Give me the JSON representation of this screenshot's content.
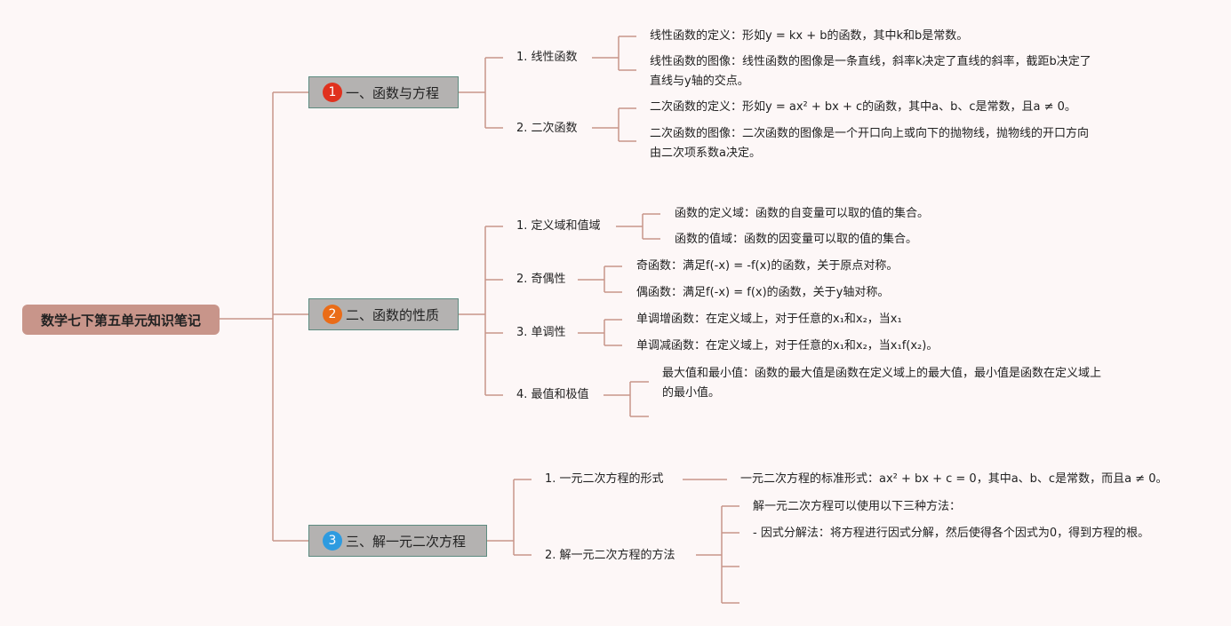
{
  "root": "数学七下第五单元知识笔记",
  "colors": {
    "root_bg": "#c8958a",
    "line": "#c8958a",
    "section_bg": "#b4b2b1",
    "badge1": "#e0311e",
    "badge2": "#ea6c18",
    "badge3": "#2e9be0"
  },
  "sections": [
    {
      "num": "1",
      "title": "一、函数与方程"
    },
    {
      "num": "2",
      "title": "二、函数的性质"
    },
    {
      "num": "3",
      "title": "三、解一元二次方程"
    }
  ],
  "s1": {
    "t1": "1. 线性函数",
    "t1_l1": "线性函数的定义：形如y = kx + b的函数，其中k和b是常数。",
    "t1_l2": "线性函数的图像：线性函数的图像是一条直线，斜率k决定了直线的斜率，截距b决定了直线与y轴的交点。",
    "t2": "2. 二次函数",
    "t2_l1": "二次函数的定义：形如y = ax² + bx + c的函数，其中a、b、c是常数，且a ≠ 0。",
    "t2_l2": "二次函数的图像：二次函数的图像是一个开口向上或向下的抛物线，抛物线的开口方向由二次项系数a决定。"
  },
  "s2": {
    "t1": "1. 定义域和值域",
    "t1_l1": "函数的定义域：函数的自变量可以取的值的集合。",
    "t1_l2": "函数的值域：函数的因变量可以取的值的集合。",
    "t2": "2. 奇偶性",
    "t2_l1": "奇函数：满足f(-x) = -f(x)的函数，关于原点对称。",
    "t2_l2": "偶函数：满足f(-x) = f(x)的函数，关于y轴对称。",
    "t3": "3. 单调性",
    "t3_l1": "单调增函数：在定义域上，对于任意的x₁和x₂，当x₁",
    "t3_l2": "单调减函数：在定义域上，对于任意的x₁和x₂，当x₁f(x₂)。",
    "t4": "4. 最值和极值",
    "t4_l1": "最大值和最小值：函数的最大值是函数在定义域上的最大值，最小值是函数在定义域上的最小值。"
  },
  "s3": {
    "t1": "1. 一元二次方程的形式",
    "t1_l1": "一元二次方程的标准形式：ax² + bx + c = 0，其中a、b、c是常数，而且a ≠ 0。",
    "t2": "2. 解一元二次方程的方法",
    "t2_l1": "解一元二次方程可以使用以下三种方法：",
    "t2_l2": "- 因式分解法：将方程进行因式分解，然后使得各个因式为0，得到方程的根。"
  }
}
